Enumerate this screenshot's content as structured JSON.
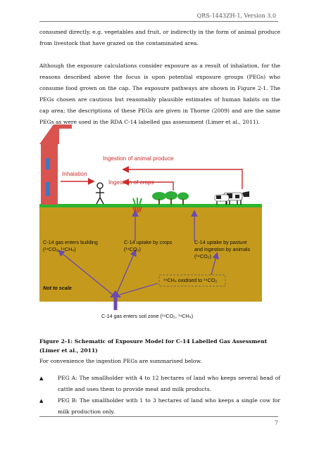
{
  "header": {
    "doc_id": "QRS-1443ZH-1, Version 3.0"
  },
  "paragraphs": {
    "p1": "consumed directly, e.g. vegetables and fruit, or indirectly in the form of animal produce from livestock that have grazed on the contaminated area.",
    "p2": "Although the exposure calculations consider exposure as a result of inhalation, for the reasons described above the focus is upon potential exposure groups (PEGs) who consume food grown on the cap. The exposure pathways are shown in Figure 2-1. The PEGs chosen are cautious but reasonably plausible estimates of human habits on the cap area; the descriptions of these PEGs are given in Thorne (2009) and are the same PEGs as were used in the RDA C-14 labelled gas assessment (Limer et al., 2011).",
    "p3": "For convenience the ingestion PEGs are summarised below."
  },
  "figure": {
    "ingestion_animal": "Ingestion of animal produce",
    "inhalation": "Inhalation",
    "ingestion_crops": "Ingestion of crops",
    "building_line1": "C-14 gas enters building",
    "building_line2": "(¹⁴CO₂, ¹⁴CH₄)",
    "crops_line1": "C-14 uptake by crops",
    "crops_line2": "(¹⁴CO₂)",
    "pasture_line1": "C-14 uptake by pasture",
    "pasture_line2": "and ingestion by animals",
    "pasture_line3": "(¹⁴CO₂)",
    "oxidised": "¹⁴CH₄ oxidised to ¹⁴CO₂",
    "not_to_scale": "Not to scale",
    "soil_zone": "C-14 gas enters soil zone (¹⁴CO₂, ¹⁴CH₄)",
    "colors": {
      "soil": "#c59a1c",
      "grass": "#2fb52f",
      "red": "#cc2a2a",
      "purple": "#6b4bb0",
      "building": "#d9534f"
    }
  },
  "caption": "Figure 2-1: Schematic of Exposure Model for C-14 Labelled Gas Assessment (Limer et al., 2011)",
  "bullets": [
    {
      "mark": "▲",
      "text": "PEG A: The smallholder with 4 to 12 hectares of land who keeps several head of cattle and uses them to provide meat and milk products."
    },
    {
      "mark": "▲",
      "text": "PEG B: The smallholder with 1 to 3 hectares of land who keeps a single cow for milk production only."
    }
  ],
  "footer": {
    "page_number": "7"
  }
}
